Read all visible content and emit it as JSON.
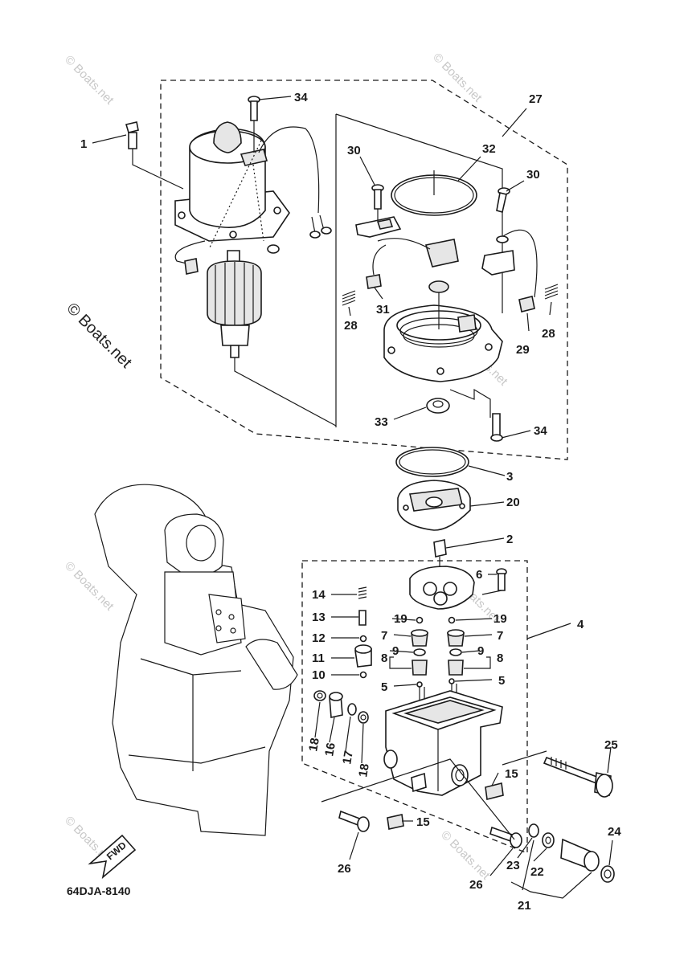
{
  "diagram": {
    "drawing_code": "64DJA-8140",
    "watermark": "© Boats.net",
    "fwd_label": "FWD",
    "callouts": [
      {
        "id": "c1",
        "label": "1"
      },
      {
        "id": "c2",
        "label": "2"
      },
      {
        "id": "c3",
        "label": "3"
      },
      {
        "id": "c4",
        "label": "4"
      },
      {
        "id": "c5a",
        "label": "5"
      },
      {
        "id": "c5b",
        "label": "5"
      },
      {
        "id": "c6",
        "label": "6"
      },
      {
        "id": "c7a",
        "label": "7"
      },
      {
        "id": "c7b",
        "label": "7"
      },
      {
        "id": "c8a",
        "label": "8"
      },
      {
        "id": "c8b",
        "label": "8"
      },
      {
        "id": "c9a",
        "label": "9"
      },
      {
        "id": "c9b",
        "label": "9"
      },
      {
        "id": "c10",
        "label": "10"
      },
      {
        "id": "c11",
        "label": "11"
      },
      {
        "id": "c12",
        "label": "12"
      },
      {
        "id": "c13",
        "label": "13"
      },
      {
        "id": "c14",
        "label": "14"
      },
      {
        "id": "c15a",
        "label": "15"
      },
      {
        "id": "c15b",
        "label": "15"
      },
      {
        "id": "c16",
        "label": "16"
      },
      {
        "id": "c17",
        "label": "17"
      },
      {
        "id": "c18a",
        "label": "18"
      },
      {
        "id": "c18b",
        "label": "18"
      },
      {
        "id": "c19a",
        "label": "19"
      },
      {
        "id": "c19b",
        "label": "19"
      },
      {
        "id": "c20",
        "label": "20"
      },
      {
        "id": "c21",
        "label": "21"
      },
      {
        "id": "c22",
        "label": "22"
      },
      {
        "id": "c23",
        "label": "23"
      },
      {
        "id": "c24",
        "label": "24"
      },
      {
        "id": "c25",
        "label": "25"
      },
      {
        "id": "c26a",
        "label": "26"
      },
      {
        "id": "c26b",
        "label": "26"
      },
      {
        "id": "c27",
        "label": "27"
      },
      {
        "id": "c28a",
        "label": "28"
      },
      {
        "id": "c28b",
        "label": "28"
      },
      {
        "id": "c29",
        "label": "29"
      },
      {
        "id": "c30a",
        "label": "30"
      },
      {
        "id": "c30b",
        "label": "30"
      },
      {
        "id": "c31",
        "label": "31"
      },
      {
        "id": "c32",
        "label": "32"
      },
      {
        "id": "c33",
        "label": "33"
      },
      {
        "id": "c34a",
        "label": "34"
      },
      {
        "id": "c34b",
        "label": "34"
      }
    ]
  }
}
